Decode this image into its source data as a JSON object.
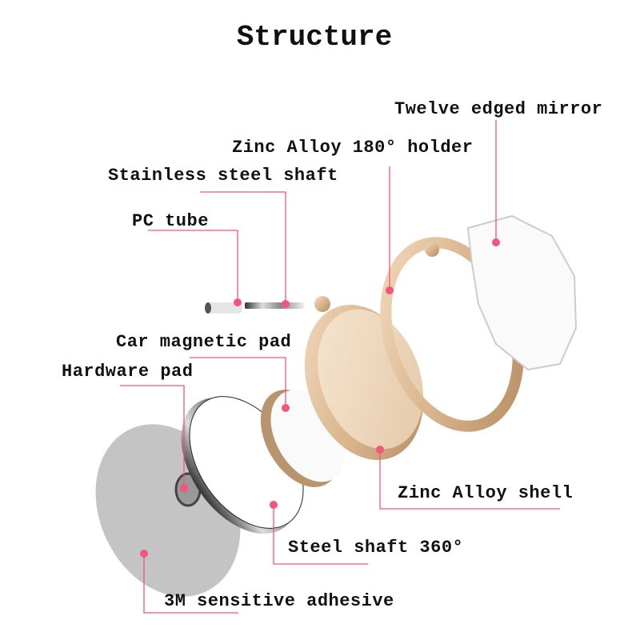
{
  "title": "Structure",
  "accent_color": "#f2567a",
  "labels": {
    "mirror": "Twelve edged mirror",
    "holder": "Zinc Alloy 180° holder",
    "shaft": "Stainless steel shaft",
    "pc_tube": "PC tube",
    "magnetic_pad": "Car magnetic pad",
    "hardware_pad": "Hardware pad",
    "shell": "Zinc Alloy shell",
    "steel_shaft": "Steel shaft 360°",
    "adhesive": "3M sensitive adhesive"
  }
}
